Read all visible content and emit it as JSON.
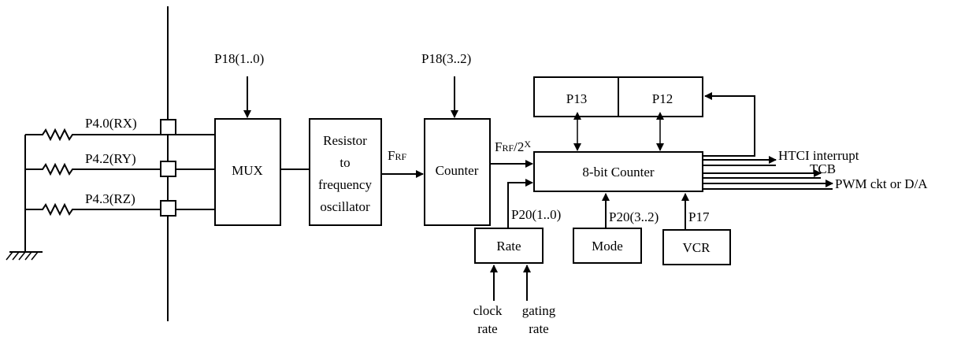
{
  "colors": {
    "line": "#000000",
    "background": "#ffffff"
  },
  "labels": {
    "p18_10": "P18(1..0)",
    "p18_32": "P18(3..2)",
    "p40": "P4.0(RX)",
    "p42": "P4.2(RY)",
    "p43": "P4.3(RZ)",
    "mux": "MUX",
    "osc_1": "Resistor",
    "osc_2": "to",
    "osc_3": "frequency",
    "osc_4": "oscillator",
    "frf_f": "F",
    "frf_sub": "RF",
    "counter": "Counter",
    "frf2x_f": "F",
    "frf2x_sub": "RF",
    "frf2x_div": "/2",
    "frf2x_x": "X",
    "p13": "P13",
    "p12": "P12",
    "counter8": "8-bit Counter",
    "htci": "HTCI interrupt",
    "tcb": "TCB",
    "pwm": "PWM ckt or D/A",
    "p20_10": "P20(1..0)",
    "p20_32": "P20(3..2)",
    "p17": "P17",
    "rate": "Rate",
    "mode": "Mode",
    "vcr": "VCR",
    "clock_1": "clock",
    "clock_2": "rate",
    "gating_1": "gating",
    "gating_2": "rate"
  }
}
